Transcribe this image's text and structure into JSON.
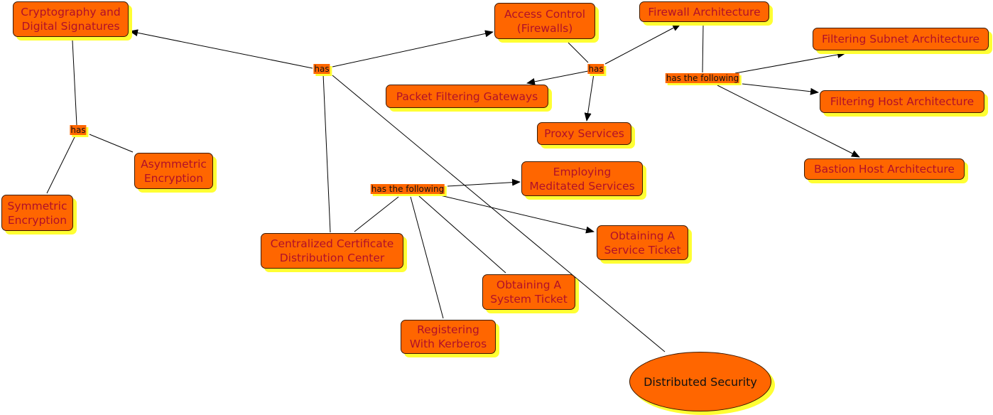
{
  "colors": {
    "node_fill": "#ff6600",
    "shadow": "#ffff33",
    "node_text": "#b0102a"
  },
  "root": "Distributed Security",
  "nodes": {
    "crypto": "Cryptography and\nDigital Signatures",
    "access": "Access Control\n(Firewalls)",
    "firewall": "Firewall Architecture",
    "subnet": "Filtering Subnet Architecture",
    "packet": "Packet Filtering Gateways",
    "proxy": "Proxy Services",
    "host": "Filtering Host Architecture",
    "bastion": "Bastion Host Architecture",
    "asym": "Asymmetric\nEncryption",
    "sym": "Symmetric\nEncryption",
    "employ": "Employing\nMeditated Services",
    "central": "Centralized Certificate\nDistribution Center",
    "service": "Obtaining A\nService Ticket",
    "system": "Obtaining A\nSystem Ticket",
    "register": "Registering\nWith Kerberos"
  },
  "link_labels": {
    "root_has": "has",
    "access_has": "has",
    "firewall_has": "has the following",
    "crypto_has": "has",
    "central_has": "has the following"
  }
}
